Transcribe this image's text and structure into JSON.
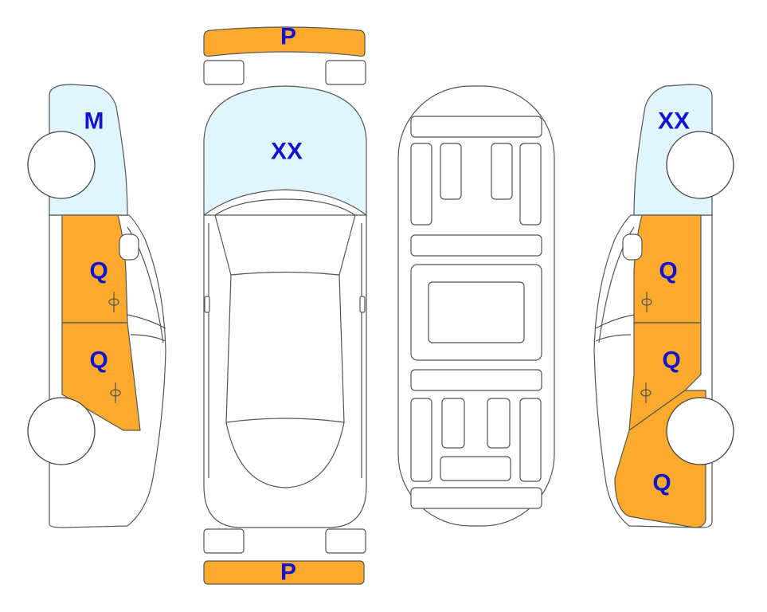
{
  "colors": {
    "orange": "#FBAA2E",
    "blue": "#E0F6FC",
    "white": "#FFFFFF",
    "label": "#1414CC"
  },
  "views": {
    "left_side": {
      "M": "M",
      "Q_front": "Q",
      "Q_rear": "Q"
    },
    "top": {
      "P_front": "P",
      "XX": "XX",
      "P_rear": "P"
    },
    "right_side": {
      "XX": "XX",
      "Q_front": "Q",
      "Q_rear": "Q",
      "Q_quarter": "Q"
    }
  }
}
